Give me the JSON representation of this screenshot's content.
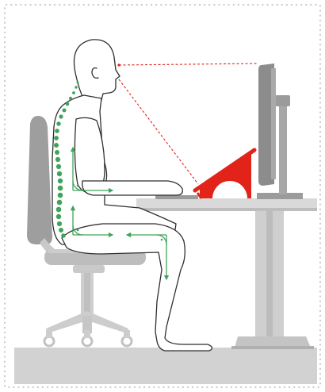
{
  "illustration": {
    "subject": "ergonomic-seated-posture",
    "text_labels": []
  },
  "palette": {
    "background": "#ffffff",
    "frame_dots": "#c9c9c9",
    "floor": "#d2d2d2",
    "furniture": "#cfcfcf",
    "furniture_dark": "#9b9b9b",
    "outline": "#2f2f2f",
    "spine": "#3fa35a",
    "accent": "#e2231a"
  },
  "icons": [
    "dotted-frame",
    "floor",
    "office-chair",
    "desk",
    "monitor",
    "laptop-stand",
    "keyboard",
    "person-outline",
    "spine-dots",
    "sight-line",
    "angle-marker"
  ]
}
